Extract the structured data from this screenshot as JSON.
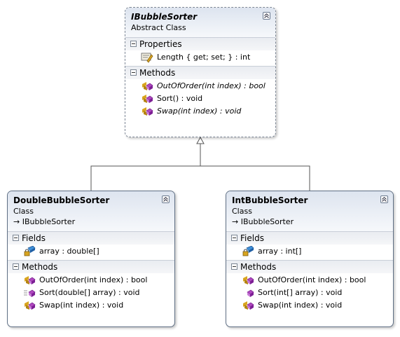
{
  "colors": {
    "border": "#5f6f84",
    "method_icon": "#9b2fae",
    "gold": "#d9a520"
  },
  "abstract_class": {
    "name": "IBubbleSorter",
    "kind": "Abstract Class",
    "properties_label": "Properties",
    "properties": [
      "Length { get; set; } : int"
    ],
    "methods_label": "Methods",
    "methods": [
      "OutOfOrder(int index) : bool",
      "Sort() : void",
      "Swap(int index) : void"
    ]
  },
  "double_class": {
    "name": "DoubleBubbleSorter",
    "kind": "Class",
    "base": "→ IBubbleSorter",
    "fields_label": "Fields",
    "fields": [
      "array : double[]"
    ],
    "methods_label": "Methods",
    "methods": [
      "OutOfOrder(int index) : bool",
      "Sort(double[] array) : void",
      "Swap(int index) : void"
    ]
  },
  "int_class": {
    "name": "IntBubbleSorter",
    "kind": "Class",
    "base": "→ IBubbleSorter",
    "fields_label": "Fields",
    "fields": [
      "array : int[]"
    ],
    "methods_label": "Methods",
    "methods": [
      "OutOfOrder(int index) : bool",
      "Sort(int[] array) : void",
      "Swap(int index) : void"
    ]
  }
}
